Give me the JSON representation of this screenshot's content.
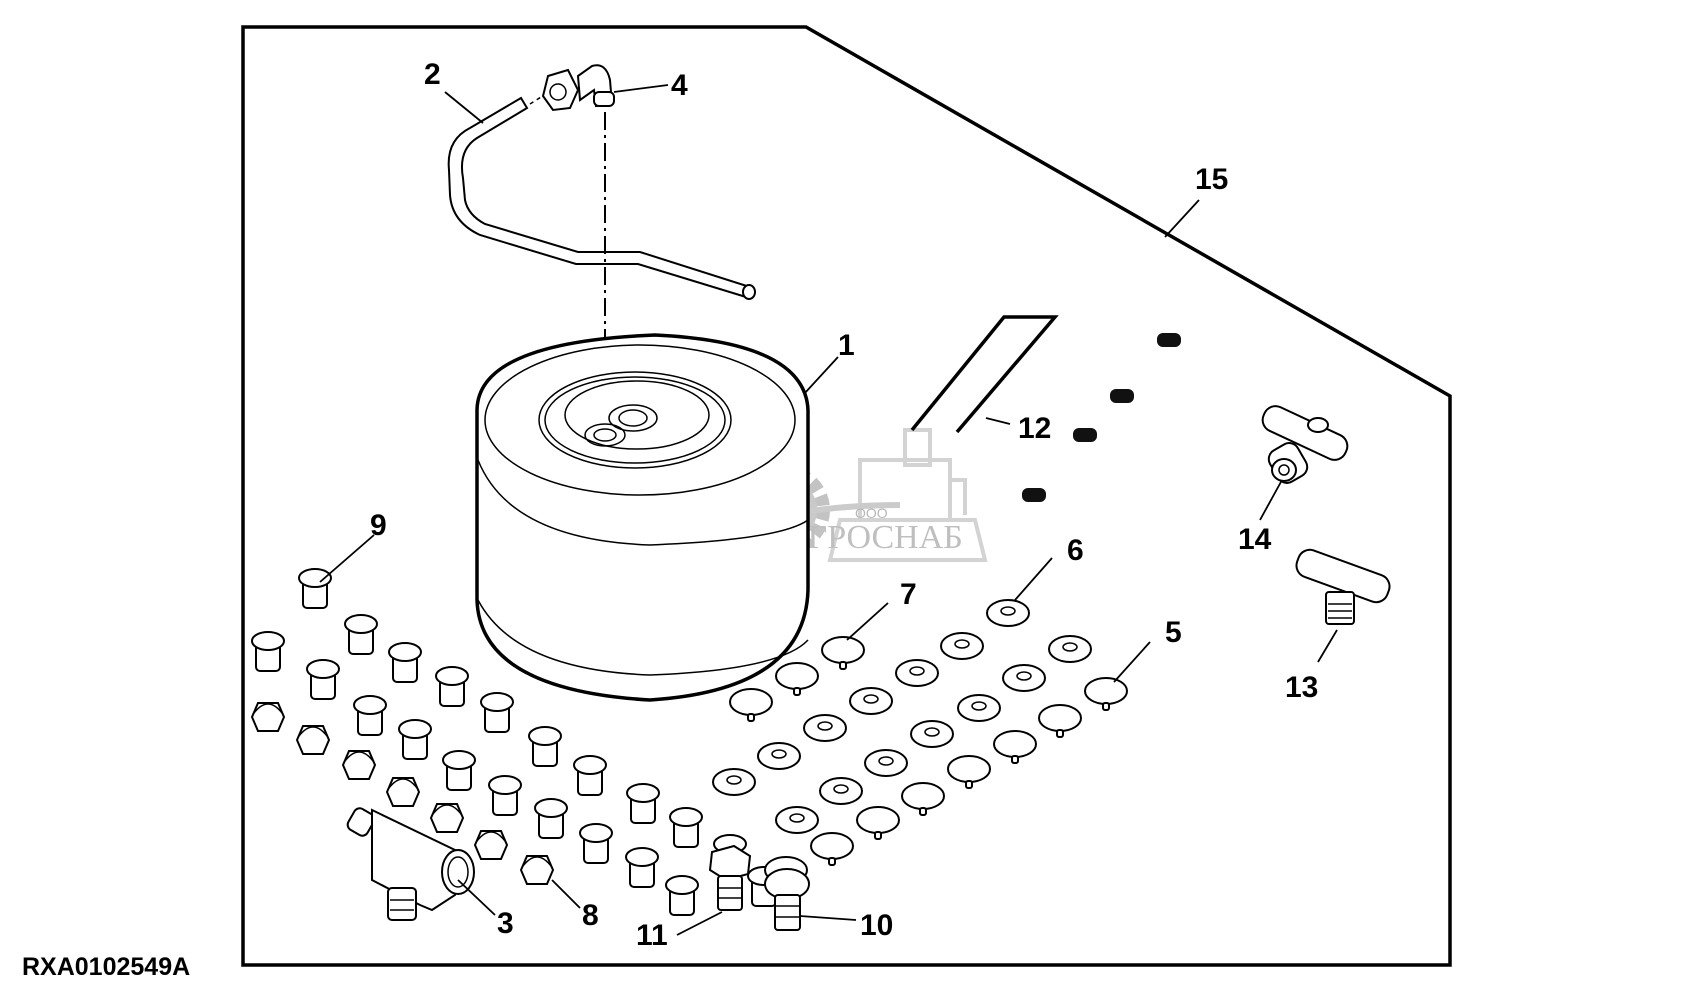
{
  "diagram": {
    "figure_code": "RXA0102549A",
    "callouts": [
      {
        "id": "1",
        "label": "1",
        "part": "canister"
      },
      {
        "id": "2",
        "label": "2",
        "part": "hose"
      },
      {
        "id": "3",
        "label": "3",
        "part": "tee-fitting"
      },
      {
        "id": "4",
        "label": "4",
        "part": "elbow-fitting"
      },
      {
        "id": "5",
        "label": "5",
        "part": "plug"
      },
      {
        "id": "6",
        "label": "6",
        "part": "washer"
      },
      {
        "id": "7",
        "label": "7",
        "part": "plug"
      },
      {
        "id": "8",
        "label": "8",
        "part": "cap-nut"
      },
      {
        "id": "9",
        "label": "9",
        "part": "insert"
      },
      {
        "id": "10",
        "label": "10",
        "part": "carriage-bolt"
      },
      {
        "id": "11",
        "label": "11",
        "part": "hex-bolt"
      },
      {
        "id": "12",
        "label": "12",
        "part": "strip"
      },
      {
        "id": "13",
        "label": "13",
        "part": "tee-connector"
      },
      {
        "id": "14",
        "label": "14",
        "part": "cross-connector"
      },
      {
        "id": "15",
        "label": "15",
        "part": "kit"
      }
    ],
    "watermark": {
      "company_prefix": "ООО",
      "company_name": "АГРОСНАБ"
    }
  }
}
